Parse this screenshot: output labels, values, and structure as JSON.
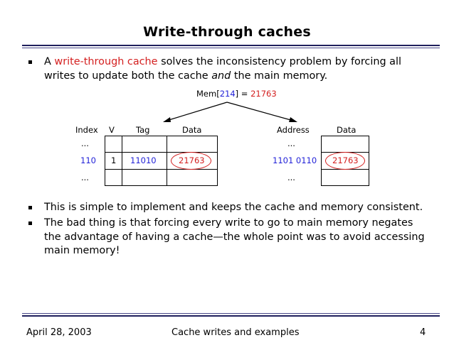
{
  "slide": {
    "title": "Write-through caches",
    "bullet1": {
      "prefix": "A ",
      "highlight": "write-through cache",
      "mid": " solves the inconsistency problem by forcing all writes to update both the cache ",
      "emph": "and",
      "suffix": " the main memory."
    },
    "mem_label": {
      "prefix": "Mem[",
      "index": "214",
      "middle": "] = ",
      "value": "21763"
    },
    "cache_table": {
      "headers": {
        "index": "Index",
        "v": "V",
        "tag": "Tag",
        "data": "Data"
      },
      "ellipsis_top": "...",
      "row": {
        "index": "110",
        "v": "1",
        "tag": "11010",
        "data": "21763"
      },
      "ellipsis_bottom": "..."
    },
    "memory_table": {
      "headers": {
        "address": "Address",
        "data": "Data"
      },
      "ellipsis_top": "...",
      "row": {
        "address": "1101 0110",
        "data": "21763"
      },
      "ellipsis_bottom": "..."
    },
    "bullet2": "This is simple to implement and keeps the cache and memory consistent.",
    "bullet3": "The bad thing is that forcing every write to go to main memory negates the advantage of having a cache—the whole point was to avoid accessing main memory!",
    "footer": {
      "date": "April 28, 2003",
      "topic": "Cache writes and examples",
      "page": "4"
    },
    "colors": {
      "highlight_red": "#d42020",
      "index_blue": "#2323d8",
      "rule_navy": "#1f1f5c"
    }
  }
}
